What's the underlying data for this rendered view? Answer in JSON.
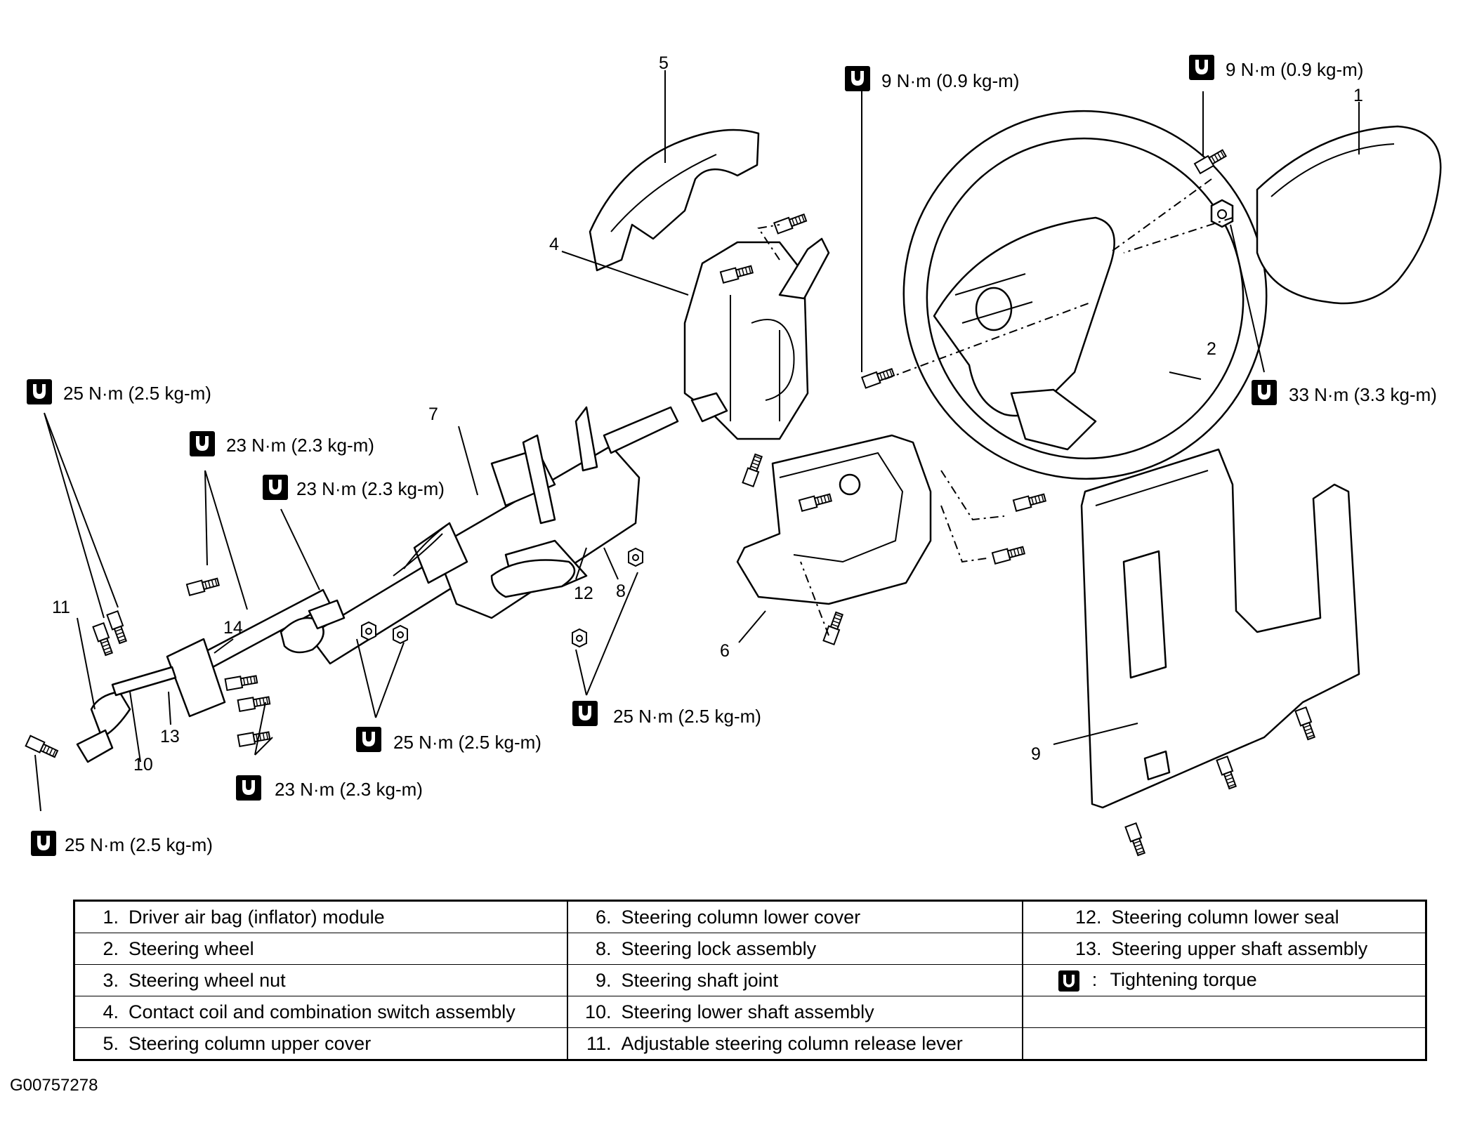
{
  "callouts": {
    "n1": "1",
    "n2": "2",
    "n4": "4",
    "n5": "5",
    "n6": "6",
    "n7": "7",
    "n8": "8",
    "n9": "9",
    "n10": "10",
    "n11": "11",
    "n12": "12",
    "n13": "13",
    "n14": "14"
  },
  "torques": {
    "t9_left": "9 N·m (0.9 kg-m)",
    "t9_right": "9 N·m (0.9 kg-m)",
    "t33": "33 N·m (3.3 kg-m)",
    "t25_topleft": "25 N·m (2.5 kg-m)",
    "t23_upper": "23 N·m (2.3 kg-m)",
    "t23_middle": "23 N·m (2.3 kg-m)",
    "t25_center": "25 N·m (2.5 kg-m)",
    "t25_nuts": "25 N·m (2.5 kg-m)",
    "t23_lower": "23 N·m (2.3 kg-m)",
    "t25_bottomleft": "25 N·m (2.5 kg-m)"
  },
  "legend": {
    "rows": [
      [
        {
          "num": "1.",
          "label": "Driver air bag (inflator) module"
        },
        {
          "num": "6.",
          "label": "Steering column lower cover"
        },
        {
          "num": "12.",
          "label": "Steering column lower seal"
        }
      ],
      [
        {
          "num": "2.",
          "label": "Steering wheel"
        },
        {
          "num": "8.",
          "label": "Steering lock assembly"
        },
        {
          "num": "13.",
          "label": "Steering upper shaft assembly"
        }
      ],
      [
        {
          "num": "3.",
          "label": "Steering wheel nut"
        },
        {
          "num": "9.",
          "label": "Steering shaft joint"
        },
        {
          "num": ":",
          "label": "Tightening torque"
        }
      ],
      [
        {
          "num": "4.",
          "label": "Contact coil and combination switch assembly"
        },
        {
          "num": "10.",
          "label": "Steering lower shaft assembly"
        },
        {
          "num": "",
          "label": ""
        }
      ],
      [
        {
          "num": "5.",
          "label": "Steering column upper cover"
        },
        {
          "num": "11.",
          "label": "Adjustable steering column release lever"
        },
        {
          "num": "",
          "label": ""
        }
      ]
    ]
  },
  "figure_id": "G00757278"
}
